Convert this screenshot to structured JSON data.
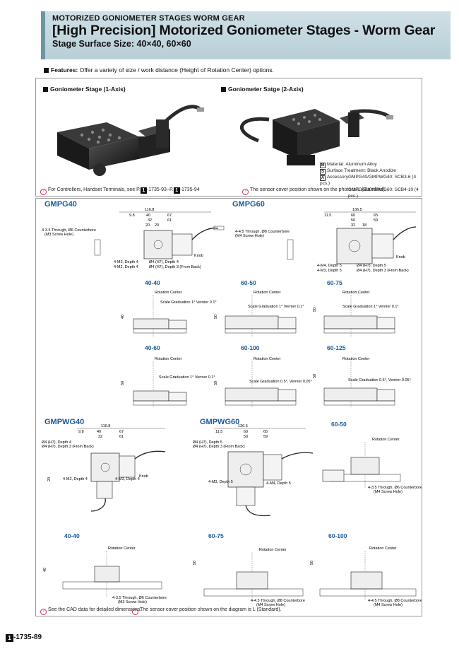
{
  "header": {
    "category": "MOTORIZED GONIOMETER STAGES WORM GEAR",
    "title": "[High Precision] Motorized Goniometer Stages - Worm Gear",
    "subtitle": "Stage Surface Size: 40×40, 60×60"
  },
  "features": {
    "label": "Features:",
    "text": "Offer a variety of size / work distance (Height of Rotation Center) options."
  },
  "photos": {
    "stage1_title": "Goniometer Stage (1-Axis)",
    "stage2_title": "Goniometer Satge (2-Axis)"
  },
  "specs": {
    "m_badge": "M",
    "material": "Material: Aluminum Alloy",
    "s_badge": "S",
    "surface": "Surface Treatment: Black Anodize",
    "a_badge": "A",
    "accessory1": "AccessoryGMPG40/GMPWG40: SCB3-6 (4 pcs.)",
    "accessory2": "GMPG60/GMPWG60: SCB4-10 (4 pcs.)"
  },
  "notes": {
    "controllers_pre": "For Controllers, Handset Terminals, see P.",
    "ref_box": "1",
    "ref_1": "-1735-93~P.",
    "ref_2": "-1735-94",
    "sensor_photo": "The sensor cover position shown on the photo is L (Standard).",
    "cad": "See the CAD data for detailed dimensions.",
    "sensor_diagram": "The sensor cover position shown on the diagram is L (Standard)."
  },
  "models": {
    "gmpg40": "GMPG40",
    "gmpg60": "GMPG60",
    "gmpwg40": "GMPWG40",
    "gmpwg60": "GMPWG60"
  },
  "dim": {
    "d1168": "116.8",
    "d98": "9.8",
    "d40": "40",
    "d67": "67",
    "d32": "32",
    "d61": "61",
    "d20": "20",
    "d1365": "136.5",
    "d115": "11.5",
    "d60": "60",
    "d65": "65",
    "d50": "50",
    "d59": "59",
    "d18": "18",
    "thr40": "4-3.5 Through, Ø6 Counterbore",
    "m3hole": "(M3 Screw Hole)",
    "thr60": "4-4.5 Through, Ø8 Counterbore",
    "m4hole": "(M4 Screw Hole)",
    "m3d4": "4-M3, Depth 4",
    "m2d4": "4-M2, Depth 4",
    "o4h7d4": "Ø4 (H7), Depth 4",
    "o4h7d3": "Ø4 (H7), Depth 3 (From Back)",
    "knob": "Knob",
    "m4d5": "4-M4, Depth 5",
    "m3d5": "4-M3, Depth 5",
    "o4h7d5": "Ø4 (H7), Depth 5",
    "rot": "Rotation Center",
    "scale01": "Scale Graduation 1°  Vernier 0.1°",
    "scale005": "Scale Graduation 0.5°, Vernier 0.05°",
    "m3d4s": "4-M3, Depth 4",
    "m2d4s": "4-M2, Depth 4",
    "m4d5s": "4-M4, Depth 5",
    "m3d5s": "4-M3, Depth 5"
  },
  "variants": {
    "v4040": "40-40",
    "v6050": "60-50",
    "v6075": "60-75",
    "v4060": "40-60",
    "v60100": "60-100",
    "v60125": "60-125",
    "w6050": "60-50",
    "w4040": "40-40",
    "w6075": "60-75",
    "w60100": "60-100"
  },
  "page": {
    "box": "1",
    "num": "-1735-89"
  }
}
